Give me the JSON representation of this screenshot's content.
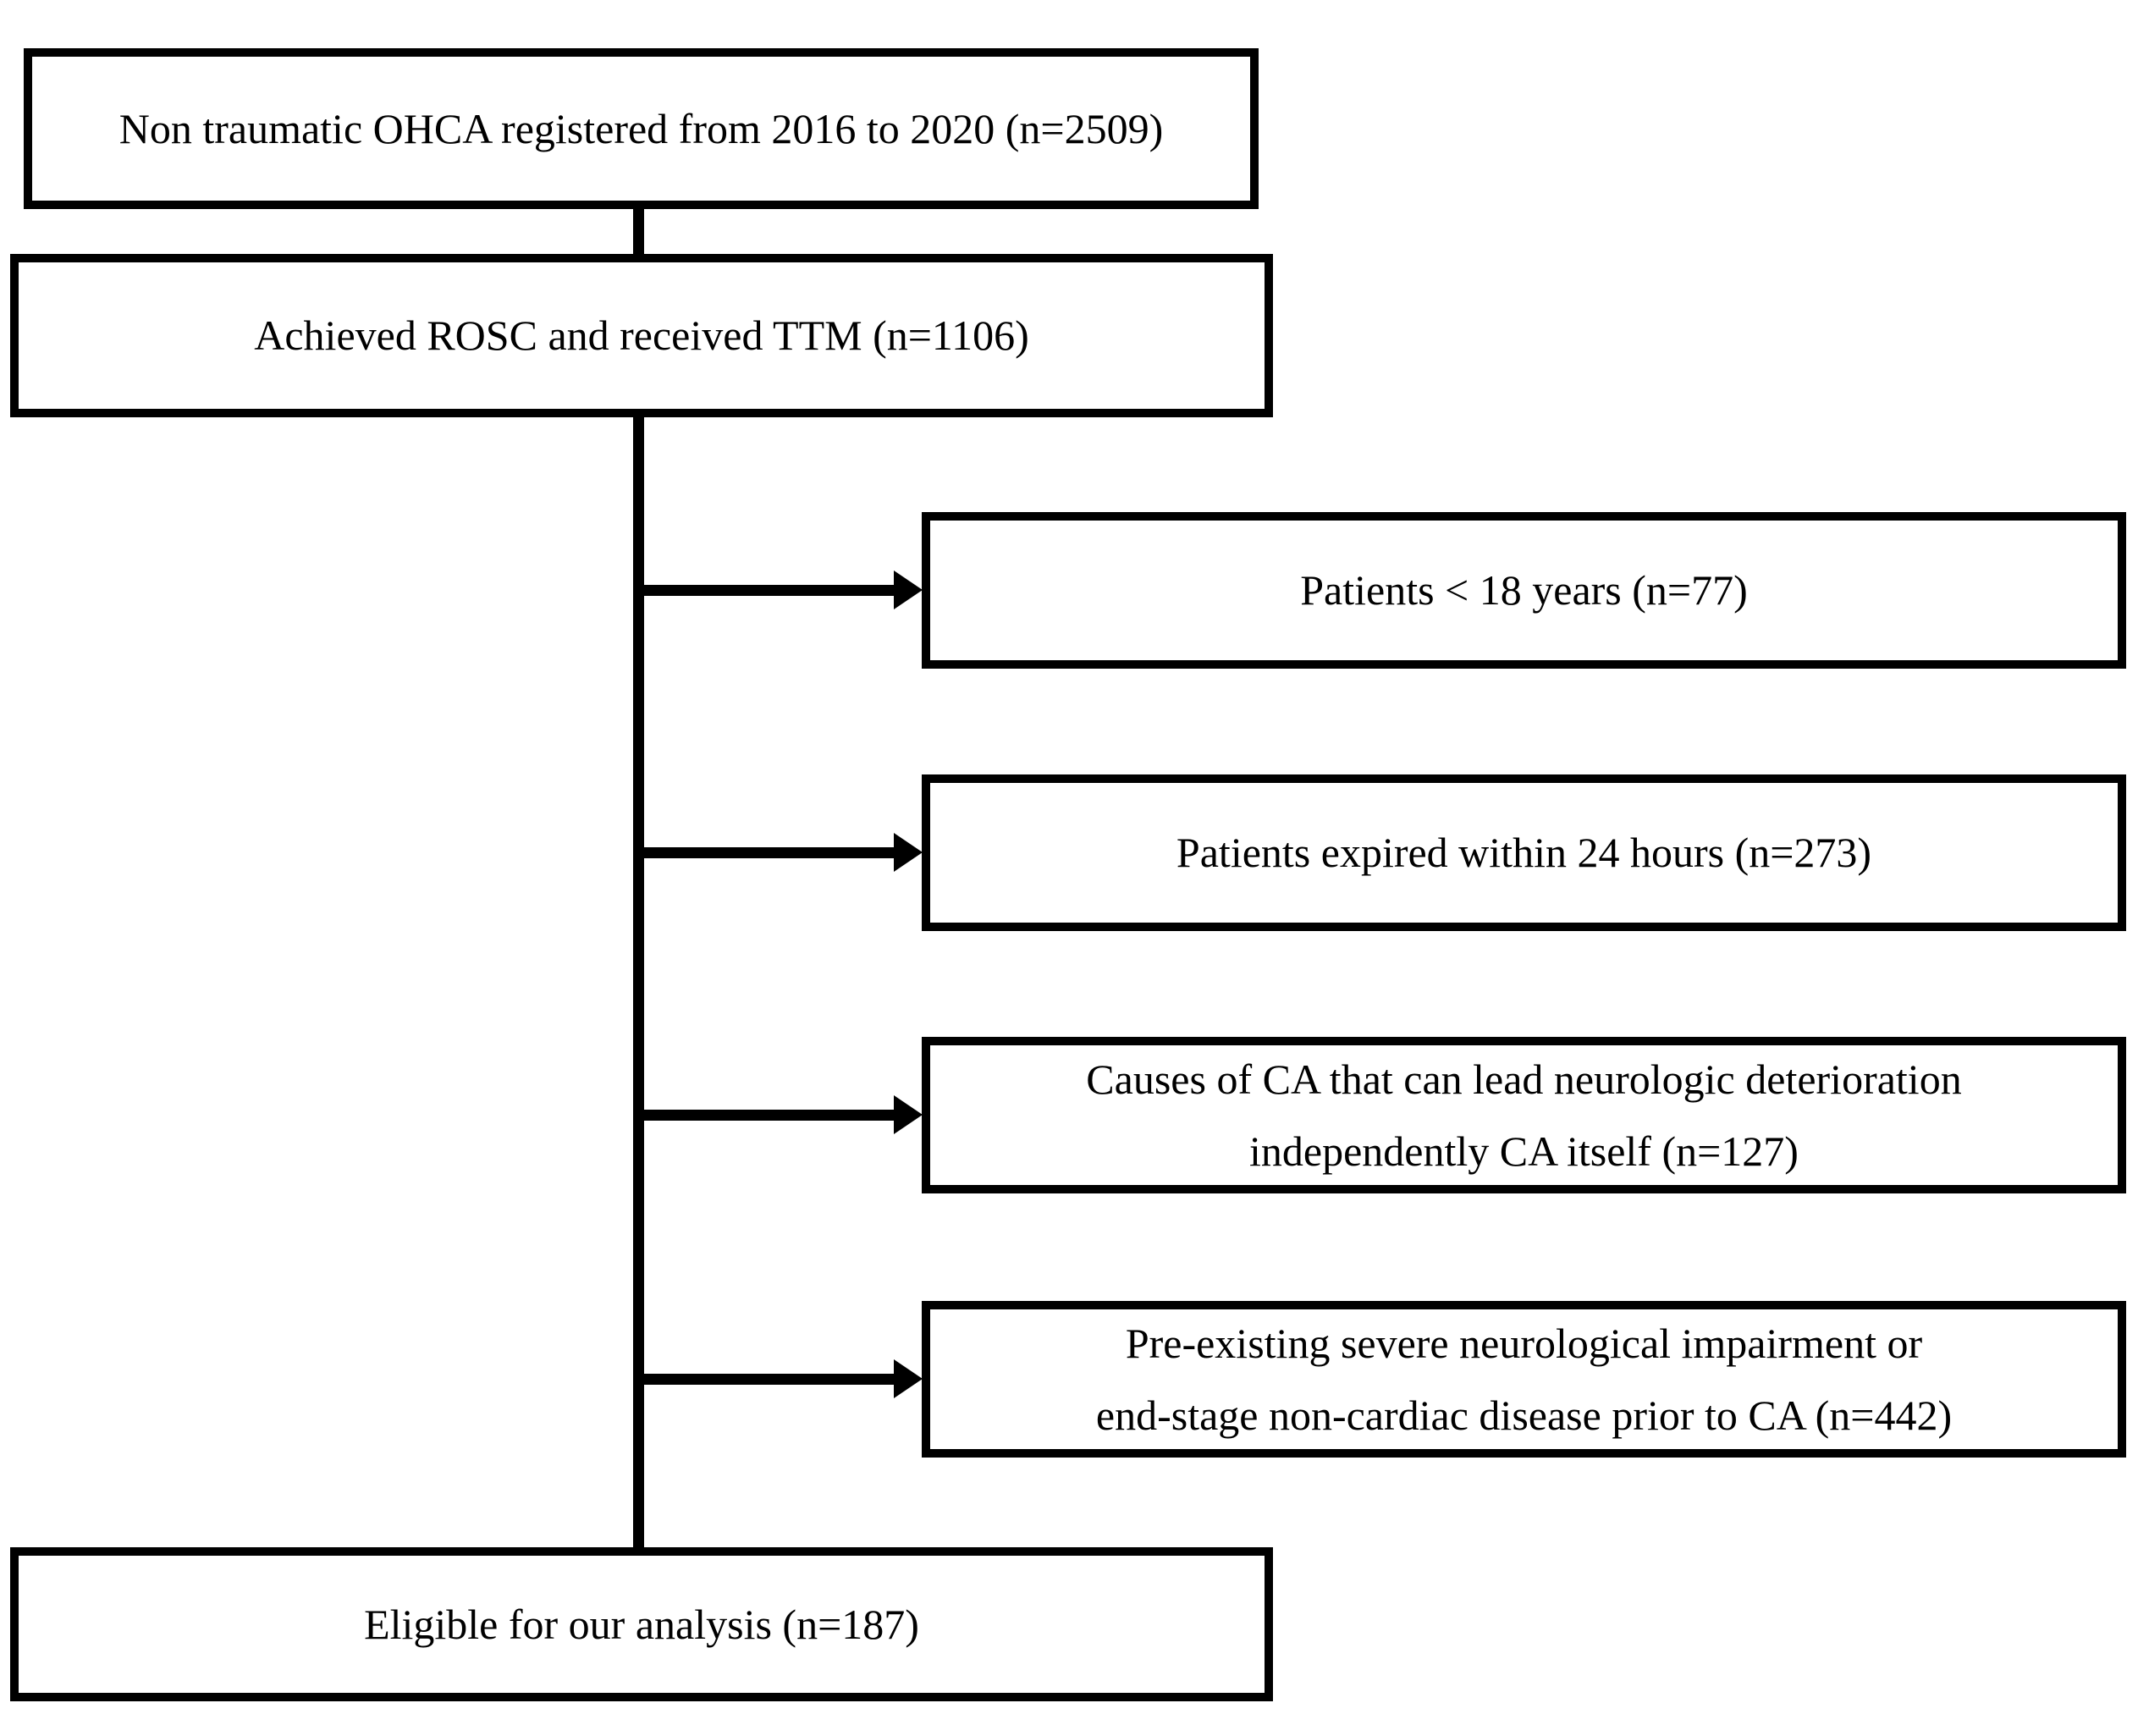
{
  "diagram": {
    "type": "patient-selection-flowchart",
    "colors": {
      "line": "#000000",
      "text": "#000000",
      "background": "#ffffff"
    },
    "nodes": {
      "registered": {
        "lines": [
          "Non traumatic OHCA registered from 2016 to 2020 (n=2509)"
        ],
        "n": 2509
      },
      "rosc_ttm": {
        "lines": [
          "Achieved ROSC and received TTM (n=1106)"
        ],
        "n": 1106
      },
      "excluded_age": {
        "lines": [
          "Patients < 18 years (n=77)"
        ],
        "n": 77
      },
      "excluded_expired": {
        "lines": [
          "Patients expired within 24 hours (n=273)"
        ],
        "n": 273
      },
      "excluded_causes": {
        "lines": [
          "Causes of CA that can lead neurologic deterioration",
          "independently CA itself (n=127)"
        ],
        "n": 127
      },
      "excluded_preexisting": {
        "lines": [
          "Pre-existing severe neurological impairment or",
          "end-stage non-cardiac disease prior to CA (n=442)"
        ],
        "n": 442
      },
      "eligible": {
        "lines": [
          "Eligible for our analysis (n=187)"
        ],
        "n": 187
      }
    }
  }
}
